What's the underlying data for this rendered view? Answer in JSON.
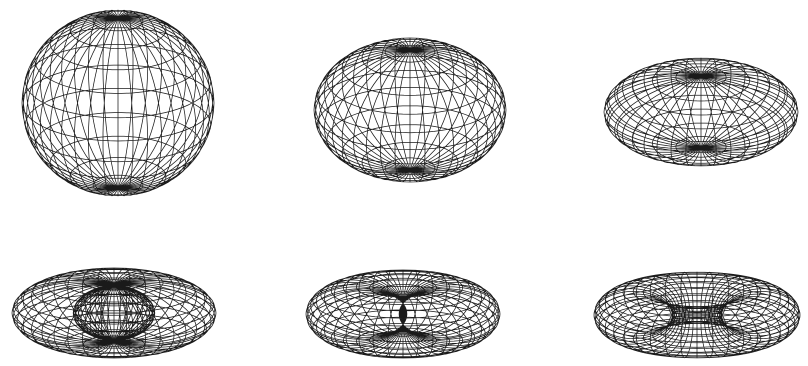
{
  "figure": {
    "background": "#ffffff",
    "line_color": "#1a1a1a",
    "shapes": [
      {
        "name": "sphere",
        "major_radius": 0.0,
        "minor_radius": 1.0,
        "z_scale": 1.0
      },
      {
        "name": "oblate-spheroid",
        "major_radius": 0.0,
        "minor_radius": 1.0,
        "z_scale": 0.68
      },
      {
        "name": "flattened-spheroid",
        "major_radius": 0.0,
        "minor_radius": 1.0,
        "z_scale": 0.4
      },
      {
        "name": "closed-torus",
        "major_radius": 0.3,
        "minor_radius": 0.7,
        "z_scale": 0.72
      },
      {
        "name": "ring-torus-thick",
        "major_radius": 0.48,
        "minor_radius": 0.52,
        "z_scale": 0.85
      },
      {
        "name": "ring-torus-thin",
        "major_radius": 0.62,
        "minor_radius": 0.38,
        "z_scale": 1.0
      }
    ]
  }
}
